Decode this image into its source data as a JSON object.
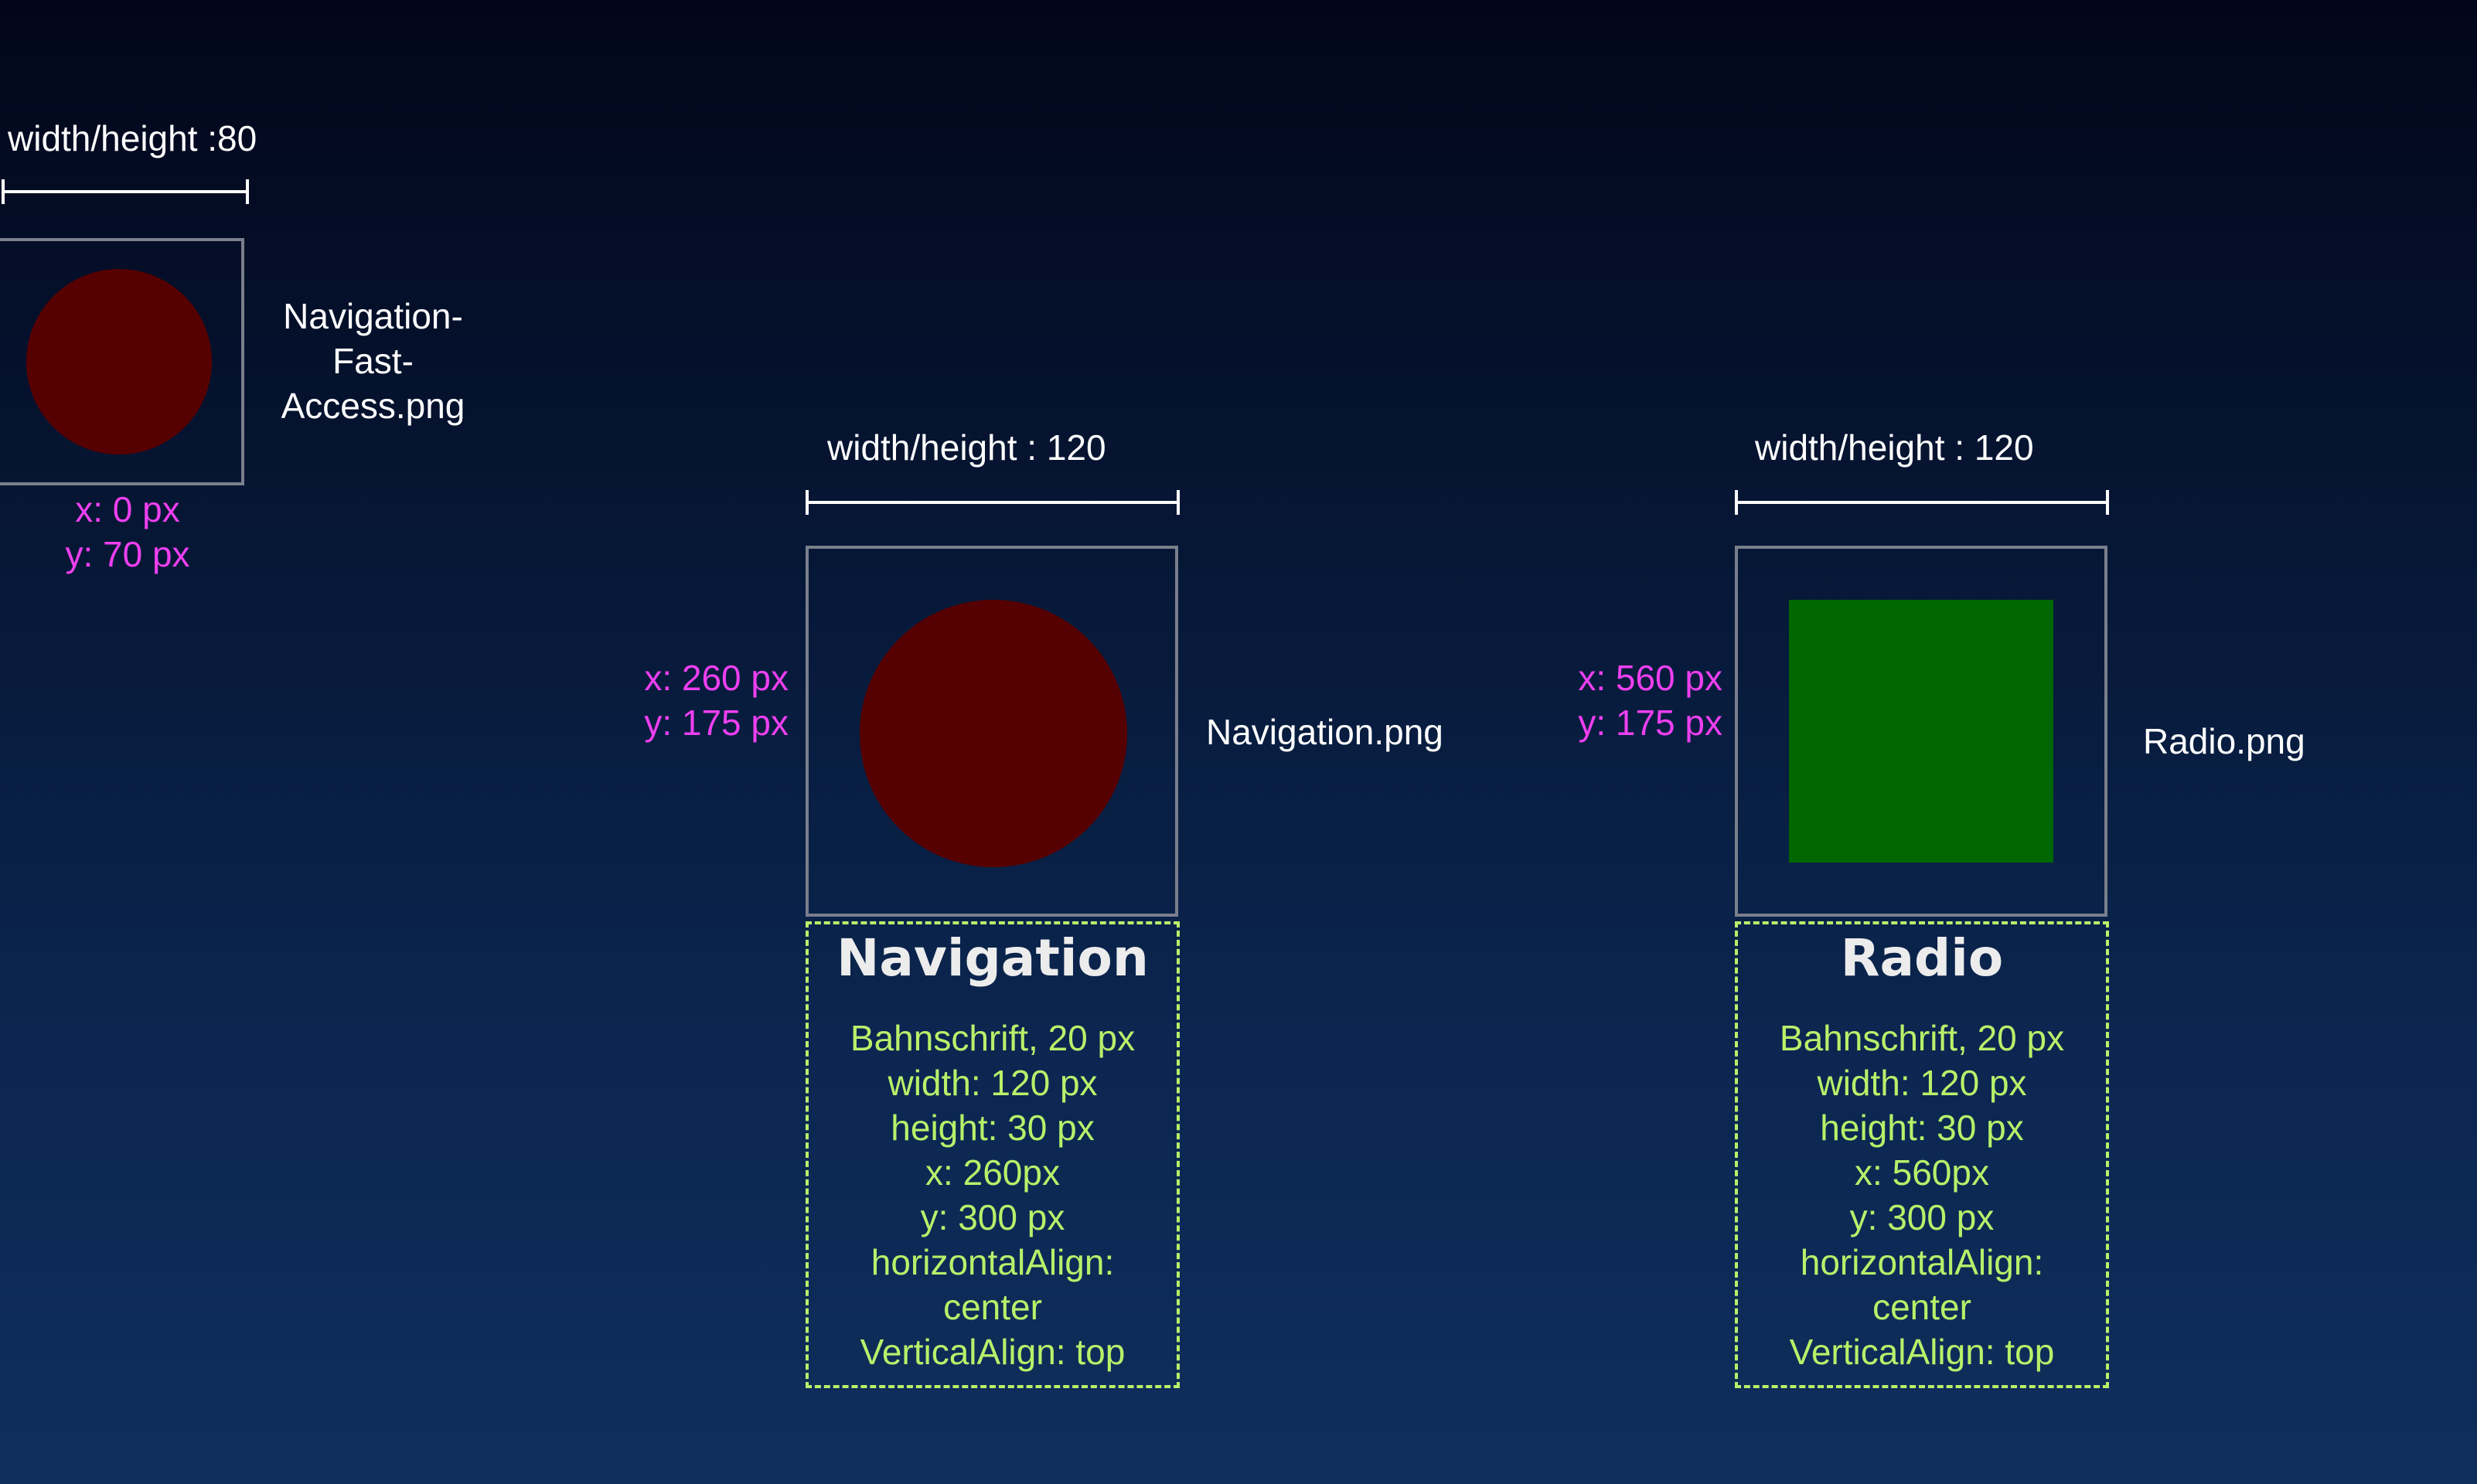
{
  "colors": {
    "circle_fill": "#560101",
    "square_fill": "#006600",
    "position_text": "#ee3ff0",
    "spec_text": "#b8f06a",
    "frame_border": "#7a7f8c"
  },
  "fast_access": {
    "dimension": "width/height :80",
    "file_lines": [
      "Navigation-",
      "Fast-",
      "Access.png"
    ],
    "position_lines": [
      "x: 0 px",
      "y: 70 px"
    ],
    "icon_shape": "red-circle"
  },
  "navigation": {
    "dimension": "width/height : 120",
    "file": "Navigation.png",
    "position_lines": [
      "x: 260 px",
      "y: 175 px"
    ],
    "icon_shape": "red-circle",
    "title": "Navigation",
    "spec_lines": [
      "Bahnschrift, 20 px",
      "width: 120 px",
      "height: 30 px",
      "x: 260px",
      "y: 300 px",
      "horizontalAlign:",
      "center",
      "VerticalAlign: top"
    ]
  },
  "radio": {
    "dimension": "width/height : 120",
    "file": "Radio.png",
    "position_lines": [
      "x: 560 px",
      "y: 175 px"
    ],
    "icon_shape": "green-square",
    "title": "Radio",
    "spec_lines": [
      "Bahnschrift, 20 px",
      "width: 120 px",
      "height: 30 px",
      "x: 560px",
      "y: 300 px",
      "horizontalAlign:",
      "center",
      "VerticalAlign: top"
    ]
  }
}
